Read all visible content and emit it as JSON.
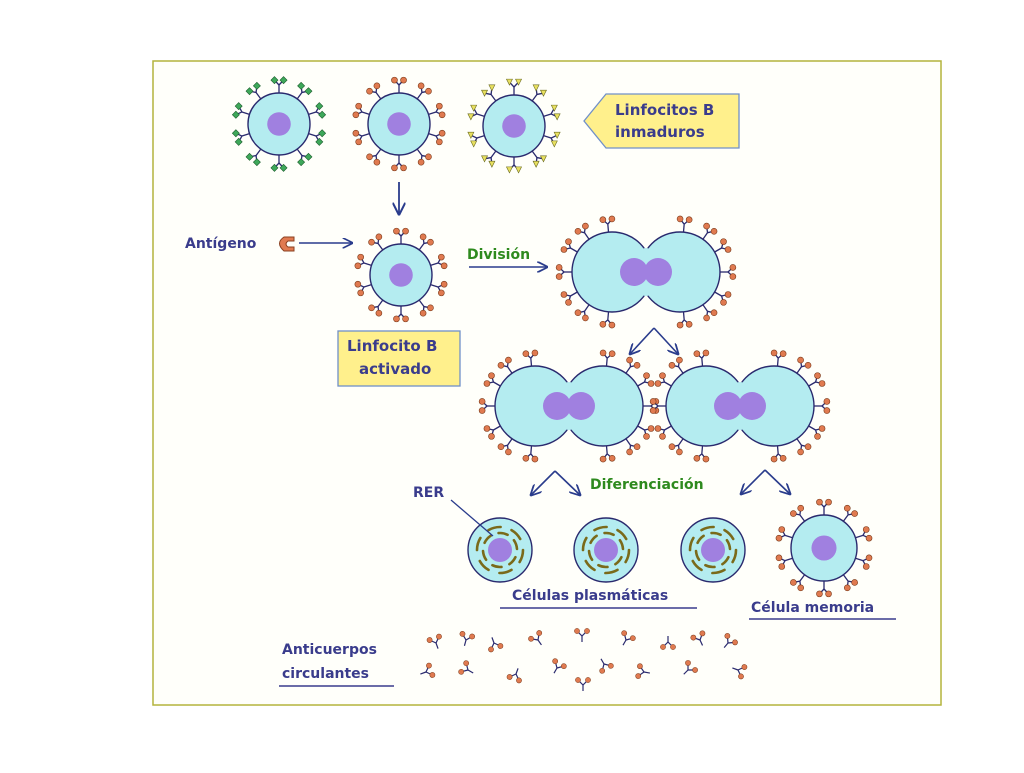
{
  "labels": {
    "immature": [
      "Linfocitos B",
      "inmaduros"
    ],
    "antigen": "Antígeno",
    "activated": [
      "Linfocito B",
      "activado"
    ],
    "division": "División",
    "differentiation": "Diferenciación",
    "rer": "RER",
    "plasma_cells": "Células plasmáticas",
    "memory_cell": "Célula memoria",
    "antibodies": [
      "Anticuerpos",
      "circulantes"
    ]
  },
  "colors": {
    "frame_border": "#b4b43c",
    "frame_fill": "#fffffa",
    "cell_fill": "#b4ecf0",
    "cell_stroke": "#2a2a6e",
    "nucleus": "#a080e0",
    "receptor_orange": "#e07a50",
    "receptor_green": "#3ea85a",
    "receptor_yellow": "#e8e060",
    "callout_fill": "#fff08c",
    "callout_border": "#7090c8",
    "text_blue": "#3a3c8c",
    "text_green": "#2e8a1e",
    "arrow": "#2a3c8c",
    "rer": "#7a6a1a"
  }
}
